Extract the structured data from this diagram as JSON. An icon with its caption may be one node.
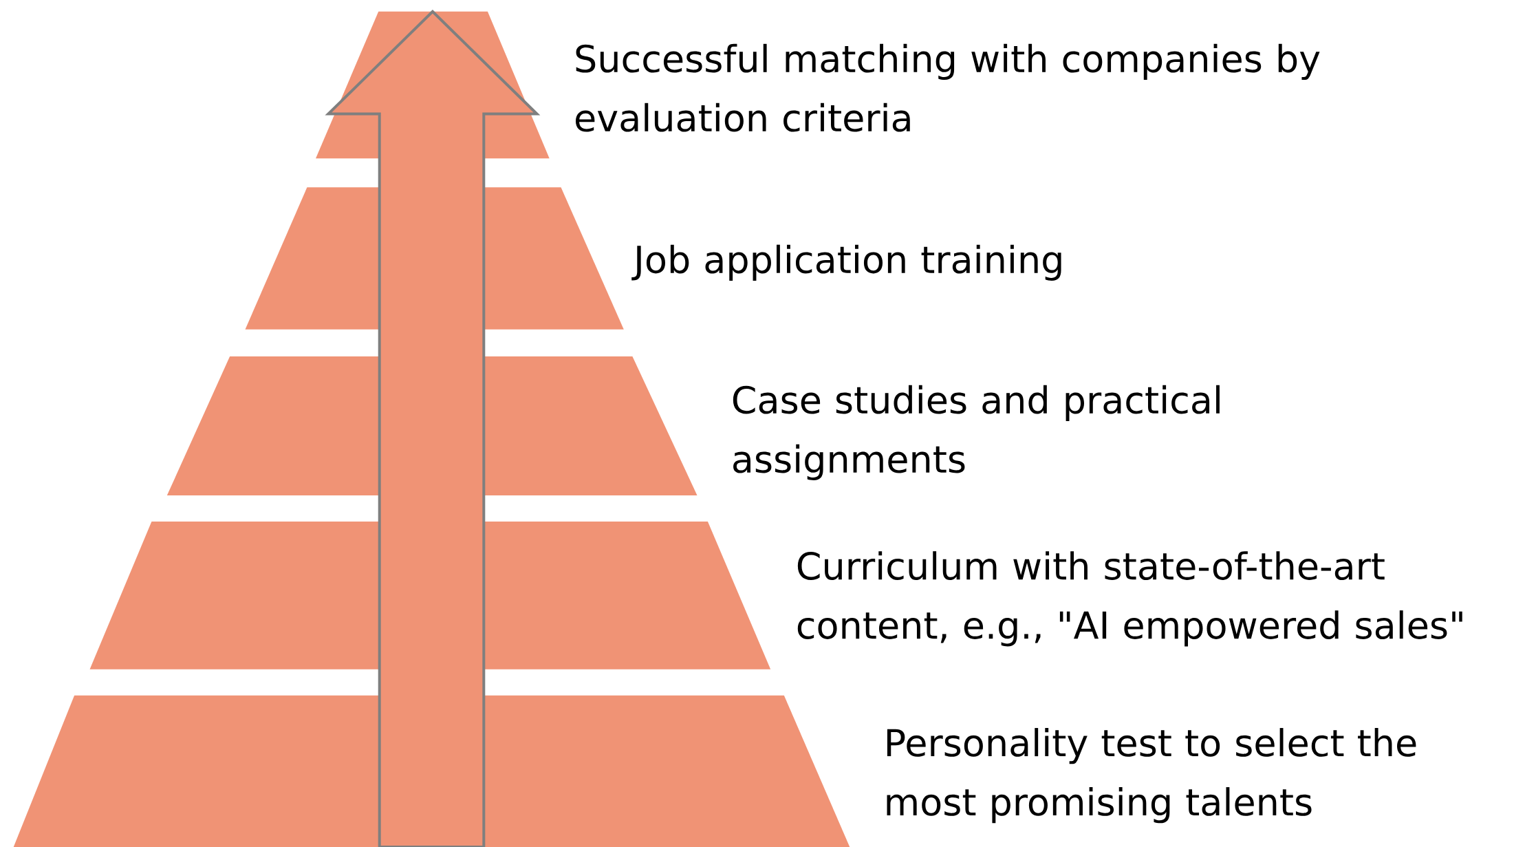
{
  "diagram": {
    "nodes": [
      {
        "text": [
          "Successful matching with companies by evaluation criteria"
        ]
      },
      {
        "text": [
          "Job application training"
        ]
      },
      {
        "text": [
          "Case studies and practical assignments"
        ]
      },
      {
        "text": [
          "Curriculum with state-of-the-art content, e.g., \"AI empowered sales\""
        ]
      },
      {
        "text": [
          "Personality test to select the most promising talents"
        ]
      }
    ]
  }
}
